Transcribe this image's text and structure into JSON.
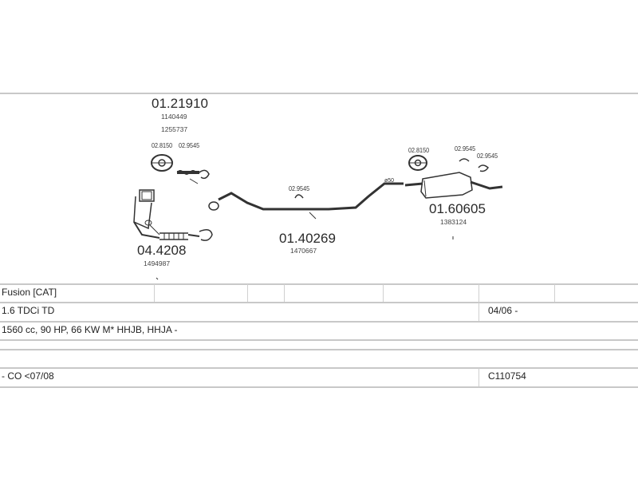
{
  "diagram": {
    "parts": {
      "cat_front": {
        "number": "01.21910",
        "refs": [
          "1140449",
          "1255737"
        ]
      },
      "catalyst": {
        "number": "04.4208",
        "refs": [
          "1494987"
        ]
      },
      "middle_pipe": {
        "number": "01.40269",
        "refs": [
          "1470667"
        ]
      },
      "rear_silencer": {
        "number": "01.60605",
        "refs": [
          "1383124"
        ]
      }
    },
    "hardware": {
      "gasket_front": "02.8150",
      "hanger_front": "02.9545",
      "hanger_mid": "02.9545",
      "gasket_rear": "02.8150",
      "hanger_rear_1": "02.9545",
      "hanger_rear_2": "02.9545",
      "pipe_diameter": "ø50"
    }
  },
  "vehicle": {
    "model": "Fusion  [CAT]",
    "engine": "1.6 TDCi TD",
    "date_range": "04/06 -",
    "specs": "1560 cc, 90 HP, 66 KW M* HHJB, HHJA -",
    "notes": "- CO <07/08",
    "catalog_code": "C110754"
  }
}
